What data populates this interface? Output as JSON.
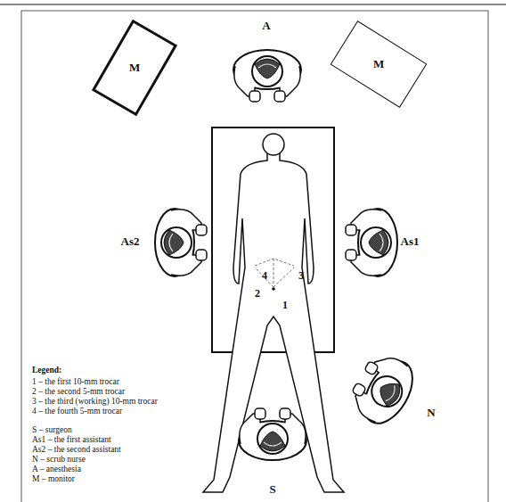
{
  "diagram": {
    "nodes": [
      {
        "text": [
          "M"
        ]
      },
      {
        "text": [
          "M"
        ]
      }
    ],
    "edges": [],
    "labels": [
      "A",
      "As2",
      "As1",
      "N",
      "S",
      "4",
      "3",
      "2",
      "1",
      "Legend:"
    ],
    "legend": [
      {
        "text": "1 – the first 10-mm trocar"
      },
      {
        "text": "2 – the second 5-mm trocar"
      },
      {
        "text": "3 – the third (working) 10-mm trocar"
      },
      {
        "text": "4 – the fourth 5-mm trocar"
      },
      {
        "text": "S – surgeon"
      },
      {
        "text": "As1 – the first assistant"
      },
      {
        "text": "As2 – the second assistant"
      },
      {
        "text": "N – scrub nurse"
      },
      {
        "text": "A – anesthesia"
      },
      {
        "text": "M – monitor"
      }
    ]
  }
}
